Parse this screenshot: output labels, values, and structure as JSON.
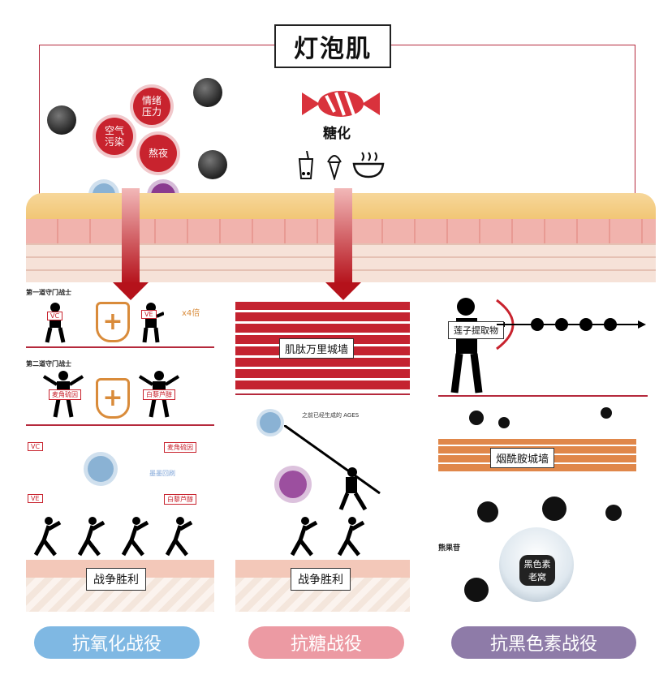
{
  "title": "灯泡肌",
  "causes": {
    "air_pollution": "空气\n污染",
    "emotional_stress": "情绪\n压力",
    "late_night": "熬夜",
    "glycation": "糖化"
  },
  "left_column": {
    "first_line": "第一道守门战士",
    "second_line": "第二道守门战士",
    "vc": "VC",
    "ve": "VE",
    "times4": "x4倍",
    "tag_glycine": "麦角硫因",
    "tag_white": "白藜芦醇",
    "vc_tag": "VC",
    "ve_tag": "VE",
    "tag_glycine2": "麦角硫因",
    "tag_mid": "墨墨回刷",
    "tag_white2": "白藜芦醇",
    "victory": "战争胜利"
  },
  "middle_column": {
    "wall_label": "肌肽万里城墙",
    "ages_note": "之前已经生成的 AGES",
    "victory": "战争胜利"
  },
  "right_column": {
    "archer_label": "莲子提取物",
    "wall_label": "烟酰胺城墙",
    "arbutin": "熊果苷",
    "melanin_nest": "黑色素\n老窝"
  },
  "pills": [
    {
      "label": "抗氧化战役",
      "color": "#7fb8e3"
    },
    {
      "label": "抗糖战役",
      "color": "#ec9aa3"
    },
    {
      "label": "抗黑色素战役",
      "color": "#8e7ba8"
    }
  ],
  "colors": {
    "accent": "#c8232e",
    "frame": "#b5293c"
  }
}
